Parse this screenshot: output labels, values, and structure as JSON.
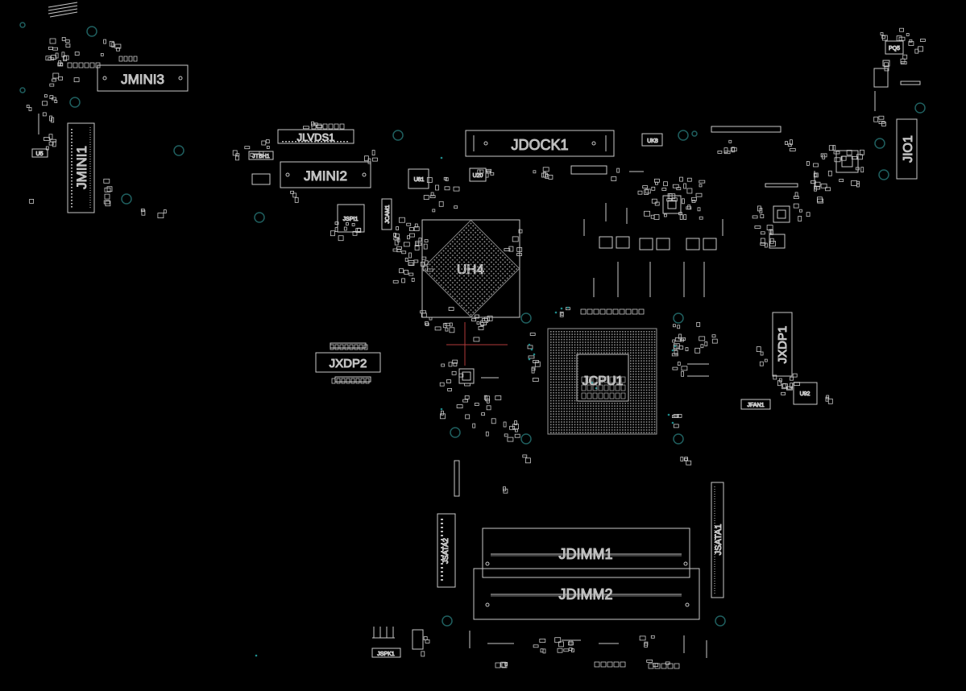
{
  "colors": {
    "background": "#000000",
    "outline": "#c8c8c8",
    "label": "#a9a9a9",
    "mounting_hole": "#1f5f5f",
    "via": "#1e8c8c",
    "trace": "#b03a3a"
  },
  "components": {
    "jmini3": "JMINI3",
    "jmini1": "JMINI1",
    "jlvds1": "JLVDS1",
    "jmini2": "JMINI2",
    "jdock1": "JDOCK1",
    "jio1": "JIO1",
    "uh4": "UH4",
    "jcpu1": "JCPU1",
    "jxdp1": "JXDP1",
    "jxdp2": "JXDP2",
    "jdimm1": "JDIMM1",
    "jdimm2": "JDIMM2",
    "jsata1": "JSATA1",
    "jsata2": "JSATA2",
    "jspi1": "JSPI1",
    "jspk1": "JSPK1",
    "jcam1": "JCAM1",
    "jfan1": "JFAN1",
    "jtbh1": "JTBH1",
    "u81": "U81",
    "u20": "U20",
    "uk8": "UK8",
    "u92": "U92",
    "u5": "U5",
    "pq5": "PQ5"
  }
}
